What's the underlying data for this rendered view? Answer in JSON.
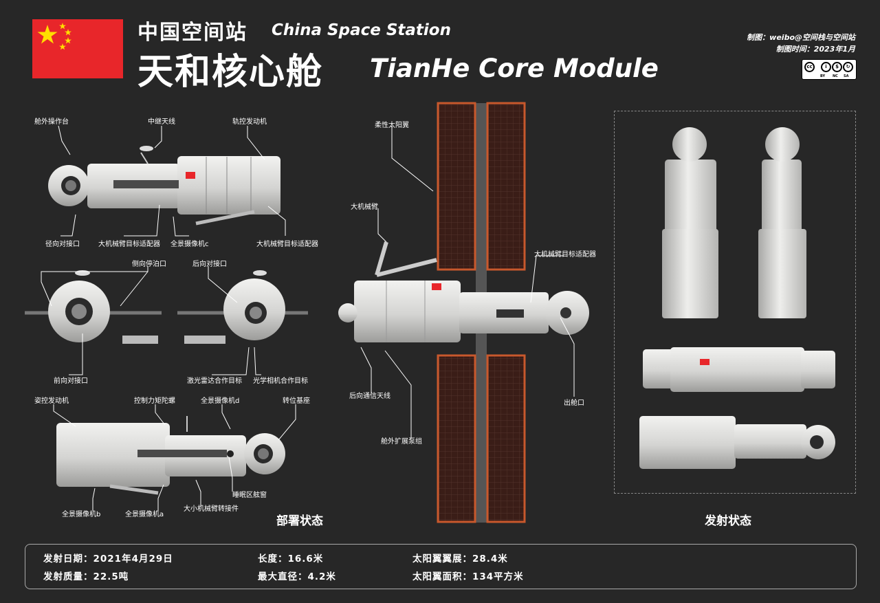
{
  "header": {
    "title_cn_sub": "中国空间站",
    "title_en_sub": "China Space Station",
    "title_cn_main": "天和核心舱",
    "title_en_main": "TianHe Core Module",
    "credit_author": "制图：weibo@空间栈与空间站",
    "credit_date": "制图时间：2023年1月",
    "license": {
      "icons": [
        "cc",
        "BY",
        "NC",
        "SA"
      ],
      "labels": [
        "BY",
        "NC",
        "SA"
      ]
    }
  },
  "flag": {
    "color": "#e8262a",
    "star_color": "#ffde00"
  },
  "labels": {
    "exterior_platform": "舱外操作台",
    "relay_antenna": "中继天线",
    "orbit_engine": "轨控发动机",
    "radial_port": "径向对接口",
    "arm_adapter_1": "大机械臂目标适配器",
    "panoramic_c": "全景摄像机c",
    "arm_adapter_2": "大机械臂目标适配器",
    "side_berthing": "侧向停泊口",
    "rear_port": "后向对接口",
    "front_port": "前向对接口",
    "laser_radar_target": "激光雷达合作目标",
    "optical_camera_target": "光学相机合作目标",
    "attitude_engine": "姿控发动机",
    "cmg": "控制力矩陀螺",
    "panoramic_d": "全景摄像机d",
    "transfer_base": "转位基座",
    "panoramic_b": "全景摄像机b",
    "panoramic_a": "全景摄像机a",
    "arm_transfer": "大小机械臂转接件",
    "sleep_window": "睡眠区舷窗",
    "flexible_solar": "柔性太阳翼",
    "big_arm": "大机械臂",
    "arm_adapter_3": "大机械臂目标适配器",
    "rear_comm_antenna": "后向通信天线",
    "exit_hatch": "出舱口",
    "pump_group": "舱外扩展泵组"
  },
  "sections": {
    "deployed": "部署状态",
    "launch": "发射状态"
  },
  "specs": {
    "launch_date": "发射日期：2021年4月29日",
    "launch_mass": "发射质量：22.5吨",
    "length": "长度：16.6米",
    "max_diameter": "最大直径：4.2米",
    "wingspan": "太阳翼翼展：28.4米",
    "wing_area": "太阳翼面积：134平方米"
  },
  "colors": {
    "background": "#272727",
    "module": "#d8d8d6",
    "solar_panel": "#3a1d17",
    "solar_frame": "#c8582c",
    "text": "#ffffff"
  }
}
